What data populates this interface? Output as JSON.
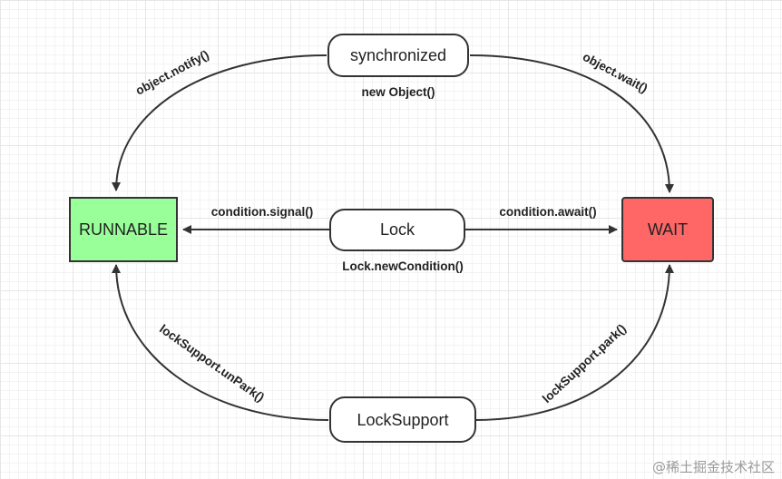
{
  "nodes": {
    "runnable": {
      "label": "RUNNABLE",
      "color": "#99ff99"
    },
    "wait": {
      "label": "WAIT",
      "color": "#ff6666"
    },
    "synchronized": {
      "label": "synchronized"
    },
    "lock": {
      "label": "Lock"
    },
    "locksupport": {
      "label": "LockSupport"
    }
  },
  "notes": {
    "synchronized": "new Object()",
    "lock": "Lock.newCondition()"
  },
  "edges": {
    "notify": "object.notify()",
    "wait": "object.wait()",
    "signal": "condition.signal()",
    "await": "condition.await()",
    "unpark": "lockSupport.unPark()",
    "park": "lockSupport.park()"
  },
  "watermark": "@稀土掘金技术社区"
}
